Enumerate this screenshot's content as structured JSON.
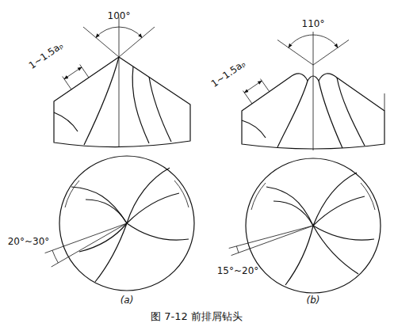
{
  "diagram": {
    "caption": "图 7-12 前排屑钻头",
    "labels": [
      "100°",
      "1~1.5aₚ",
      "20°~30°",
      "(a)",
      "110°",
      "1~1.5aₚ",
      "15°~20°",
      "(b)"
    ]
  }
}
